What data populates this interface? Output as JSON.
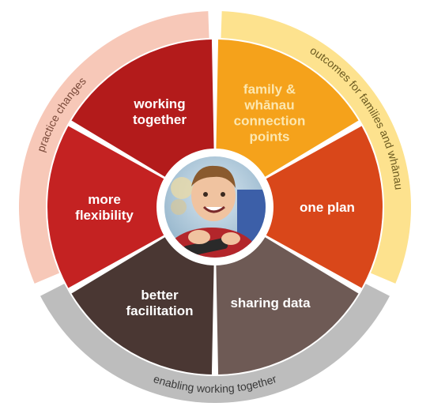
{
  "ring": {
    "left_label": "practice changes",
    "right_label_a": "outcomes for families ",
    "right_label_b": "and whānau",
    "bottom_label": "enabling working together"
  },
  "segments": [
    {
      "id": "working-together",
      "lines": [
        "working",
        "together"
      ],
      "color": "#b31b1b",
      "text_color": "#ffffff"
    },
    {
      "id": "family-whanau",
      "lines": [
        "family &",
        "whānau",
        "connection",
        "points"
      ],
      "color": "#f5a21b",
      "text_color": "#fce7b0"
    },
    {
      "id": "one-plan",
      "lines": [
        "one plan"
      ],
      "color": "#d9471a",
      "text_color": "#ffffff"
    },
    {
      "id": "sharing-data",
      "lines": [
        "sharing data"
      ],
      "color": "#6e5a55",
      "text_color": "#ffffff"
    },
    {
      "id": "better-facilitation",
      "lines": [
        "better",
        "facilitation"
      ],
      "color": "#4a3733",
      "text_color": "#ffffff"
    },
    {
      "id": "more-flexibility",
      "lines": [
        "more",
        "flexibility"
      ],
      "color": "#c42222",
      "text_color": "#ffffff"
    }
  ],
  "colors": {
    "ring_left": "#f7c8b8",
    "ring_right": "#fde28e",
    "ring_bottom": "#bdbdbd",
    "divider": "#ffffff"
  },
  "center_photo": {
    "icon": "child-photo"
  }
}
